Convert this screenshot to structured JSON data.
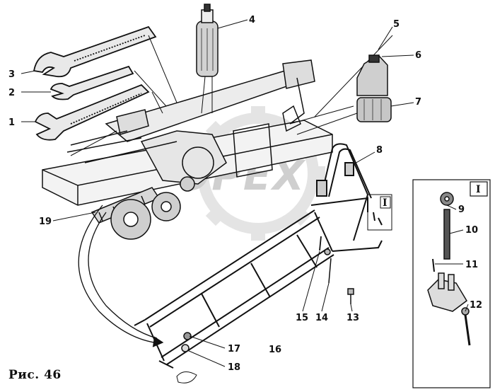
{
  "caption": "Рис. 46",
  "watermark": "OPEX",
  "inset_label": "I",
  "small_inset_label": "I",
  "callouts": {
    "c1": "1",
    "c2": "2",
    "c3": "3",
    "c4": "4",
    "c5": "5",
    "c6": "6",
    "c7": "7",
    "c8": "8",
    "c9": "9",
    "c10": "10",
    "c11": "11",
    "c12": "12",
    "c13": "13",
    "c14": "14",
    "c15": "15",
    "c16": "16",
    "c17": "17",
    "c18": "18",
    "c19": "19"
  },
  "colors": {
    "ink": "#111111",
    "watermark": "#cfcfcf",
    "background": "#ffffff"
  }
}
